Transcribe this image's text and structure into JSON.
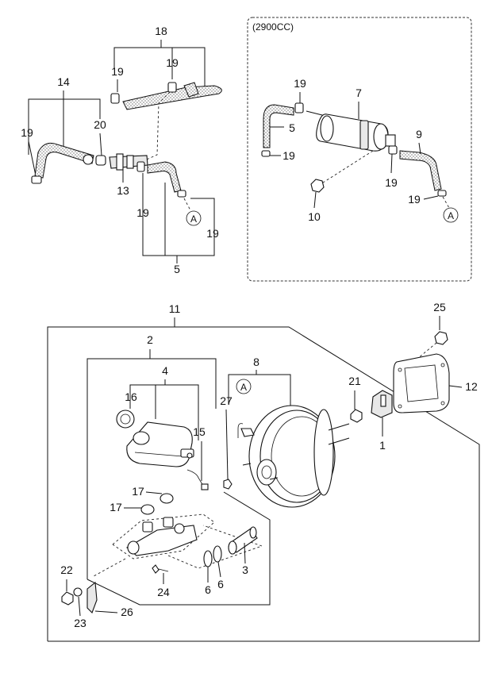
{
  "diagram": {
    "variant_box_label": "(2900CC)",
    "ref_marker": "A",
    "callouts": {
      "n1": "1",
      "n2": "2",
      "n3": "3",
      "n4": "4",
      "n5": "5",
      "n6": "6",
      "n7": "7",
      "n8": "8",
      "n9": "9",
      "n10": "10",
      "n11": "11",
      "n12": "12",
      "n13": "13",
      "n14": "14",
      "n15": "15",
      "n16": "16",
      "n17": "17",
      "n18": "18",
      "n19": "19",
      "n20": "20",
      "n21": "21",
      "n22": "22",
      "n23": "23",
      "n24": "24",
      "n25": "25",
      "n26": "26",
      "n27": "27"
    }
  },
  "colors": {
    "line": "#111111",
    "background": "#ffffff"
  }
}
